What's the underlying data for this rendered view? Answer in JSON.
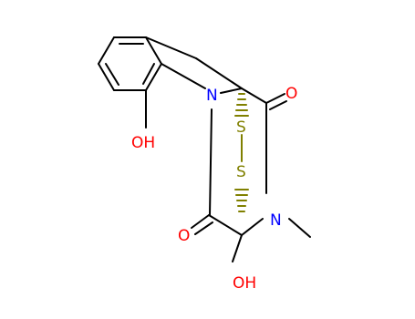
{
  "molecule": {
    "atom_labels": {
      "oh_phenol": "OH",
      "n_ring": "N",
      "o_carbonyl_top": "O",
      "s_upper": "S",
      "s_lower": "S",
      "o_carbonyl_bottom": "O",
      "n_methyl": "N",
      "oh_hydroxymethyl": "OH"
    },
    "colors": {
      "bond": "#000000",
      "nitrogen": "#0000ff",
      "oxygen": "#ff0000",
      "sulfur": "#808000"
    }
  }
}
